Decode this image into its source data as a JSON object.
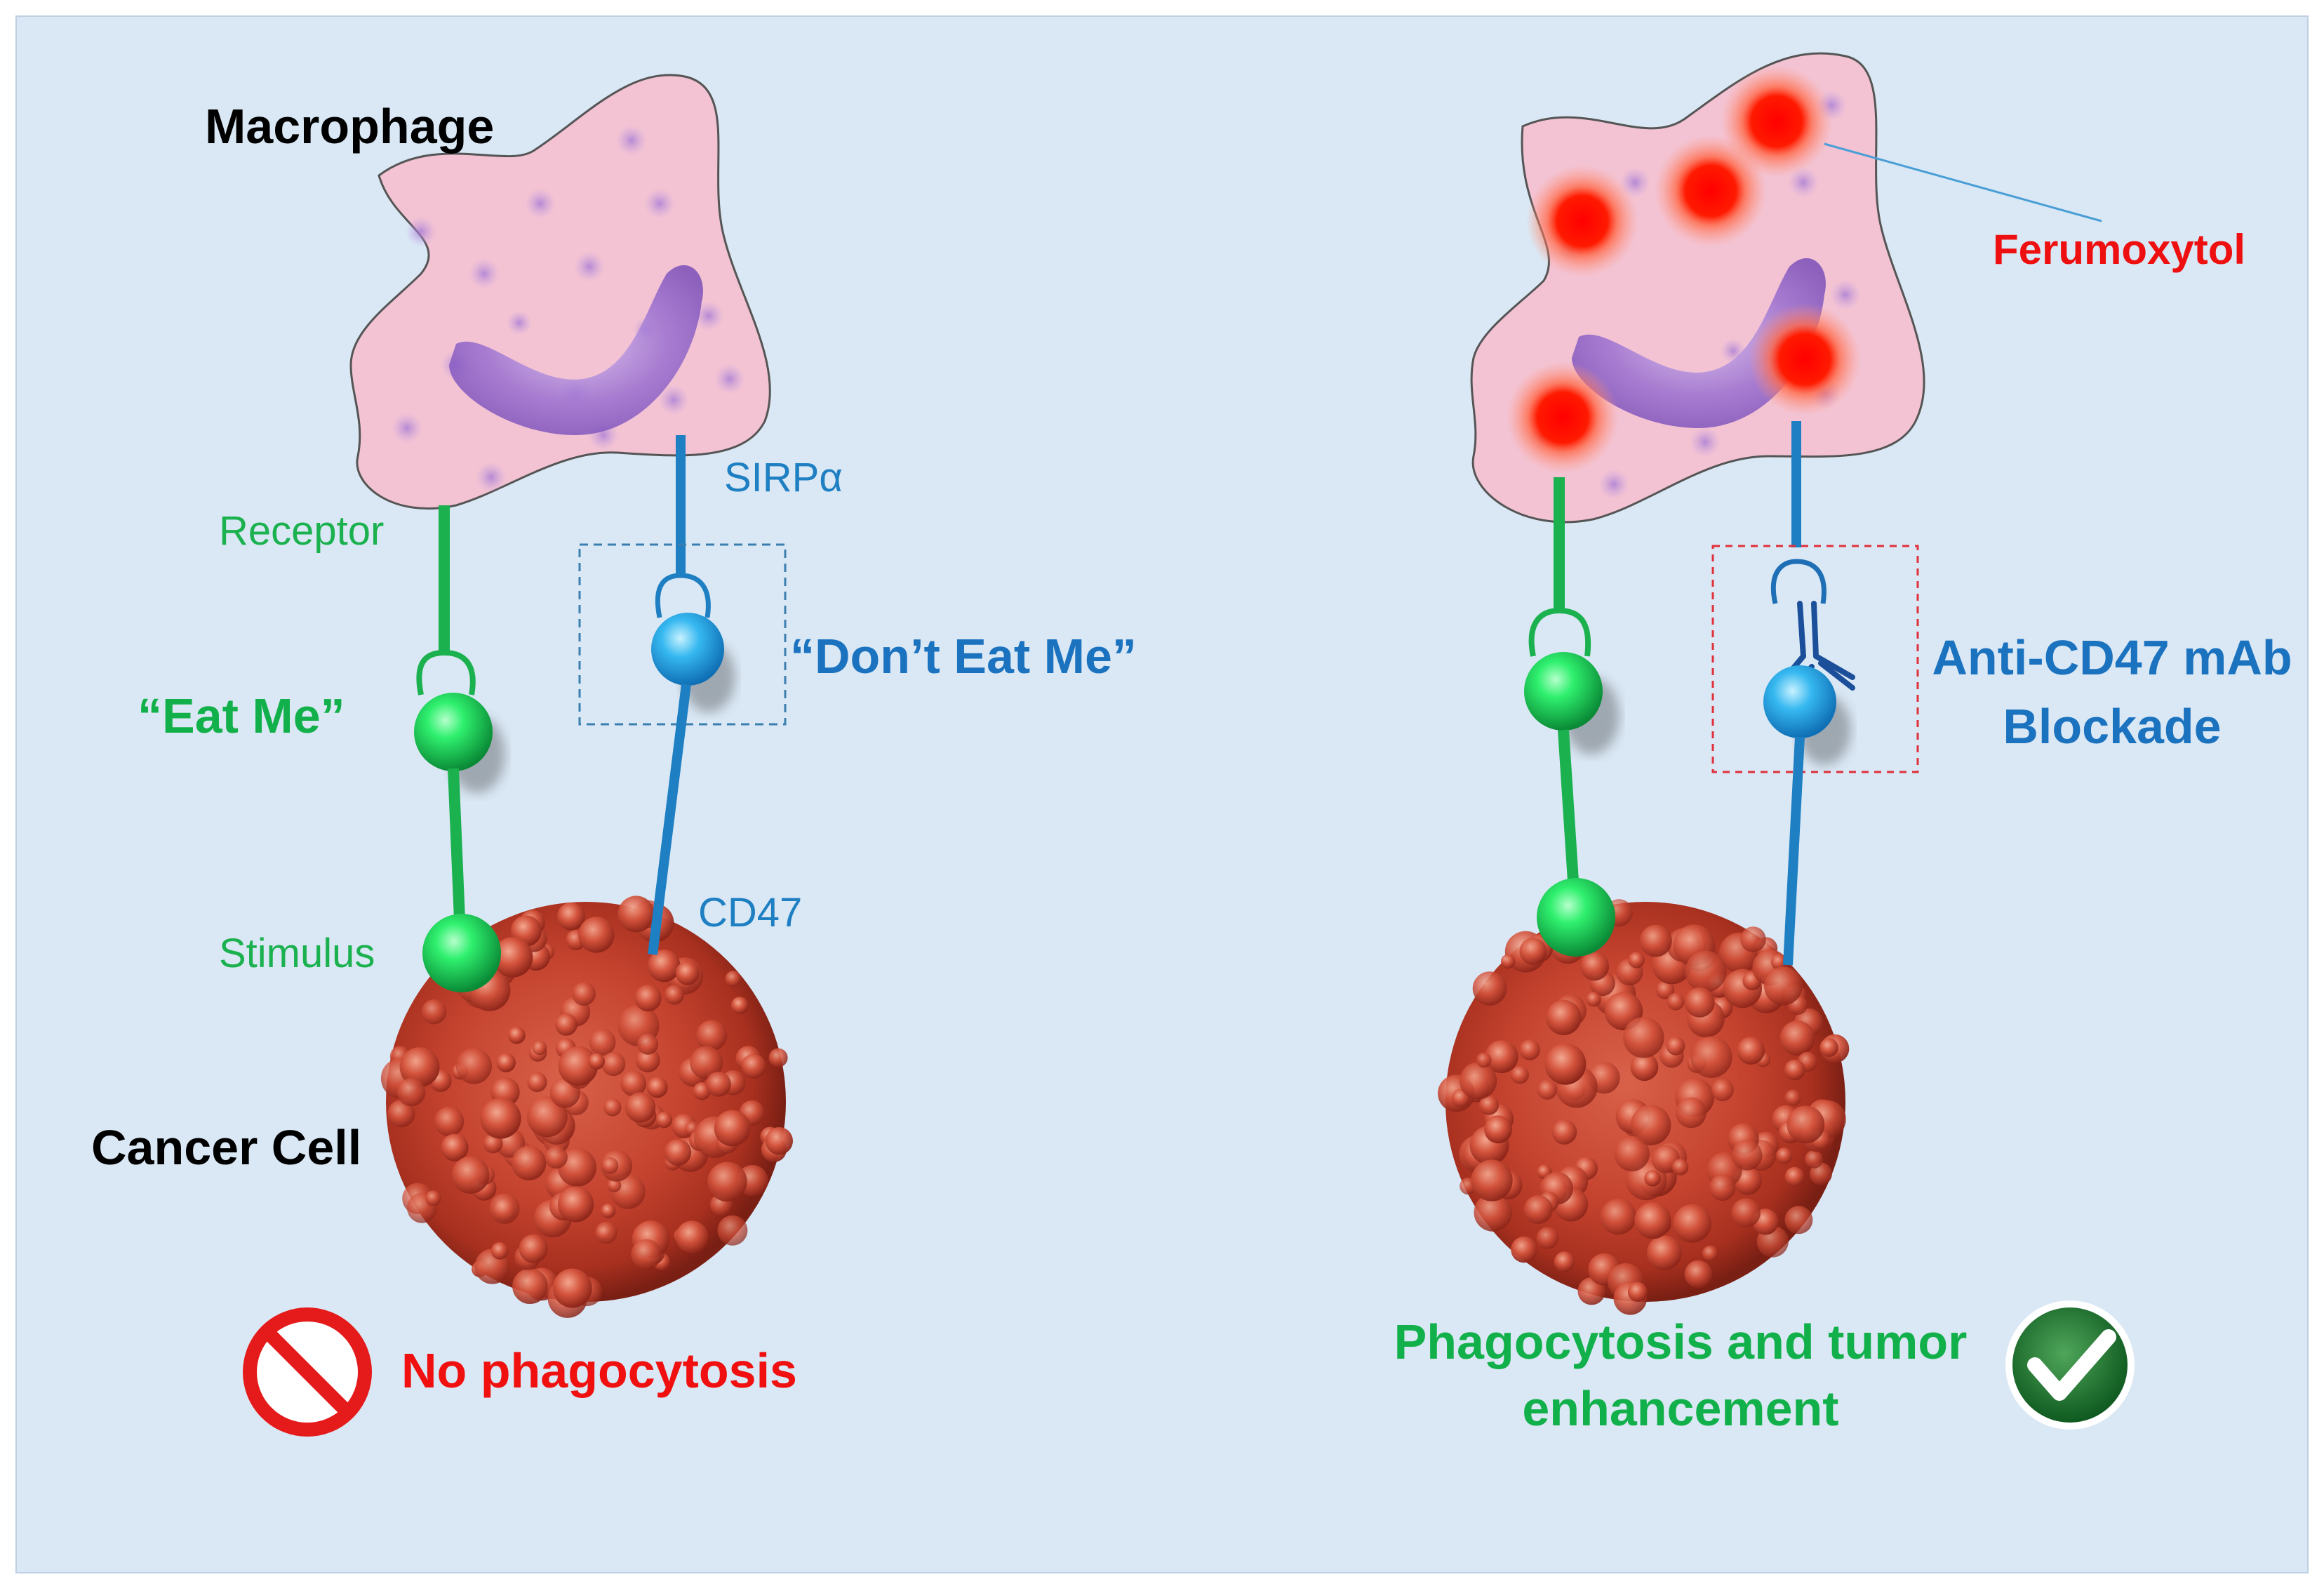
{
  "left_panel": {
    "macrophage_label": "Macrophage",
    "receptor_label": "Receptor",
    "sirp_label": "SIRPα",
    "eat_me_label": "“Eat Me”",
    "dont_eat_me_label": "“Don’t Eat Me”",
    "stimulus_label": "Stimulus",
    "cd47_label": "CD47",
    "cancer_cell_label": "Cancer Cell",
    "outcome_label": "No phagocytosis"
  },
  "right_panel": {
    "ferumoxytol_label": "Ferumoxytol",
    "antibody_label_line1": "Anti-CD47 mAb",
    "antibody_label_line2": "Blockade",
    "outcome_line1": "Phagocytosis and tumor",
    "outcome_line2": "enhancement"
  },
  "colors": {
    "background": "#dae8f5",
    "macrophage": "#f4c6d4",
    "green_pathway": "#1bb14f",
    "blue_pathway": "#1e7fc2",
    "ferumoxytol": "#ff0000",
    "cancer_cell": "#c8442f"
  },
  "icons": {
    "no_icon": "prohibition-icon",
    "check_icon": "checkmark-icon"
  }
}
